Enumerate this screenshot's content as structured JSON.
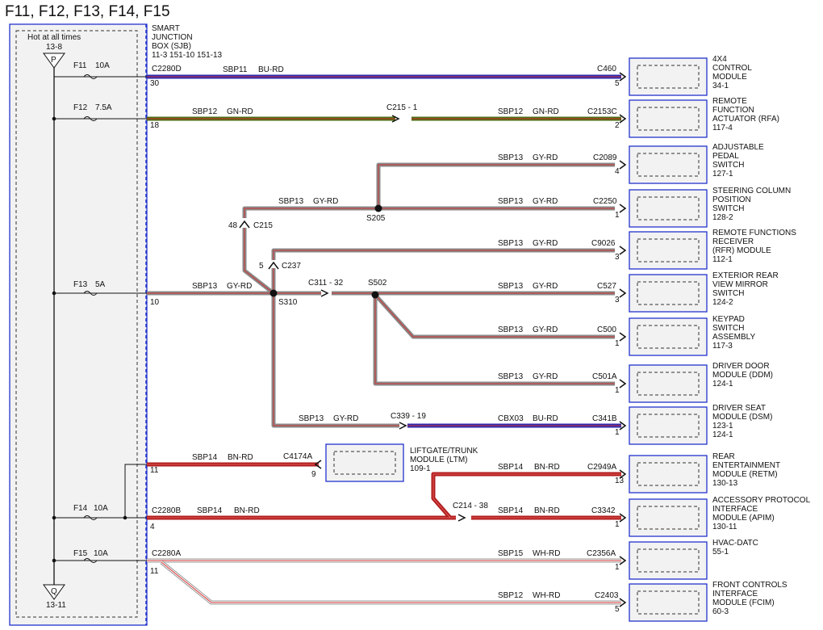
{
  "title": "F11, F12, F13, F14, F15",
  "sjb": {
    "hot_label": "Hot at all times",
    "top_ref": "13-8",
    "top_pin": "P",
    "bottom_pin": "Q",
    "bottom_ref": "13-11",
    "label_lines": [
      "SMART",
      "JUNCTION",
      "BOX (SJB)",
      "11-3  151-10   151-13"
    ]
  },
  "fuses": [
    {
      "id": "F11",
      "amp": "10A"
    },
    {
      "id": "F12",
      "amp": "7.5A"
    },
    {
      "id": "F13",
      "amp": "5A"
    },
    {
      "id": "F14",
      "amp": "10A"
    },
    {
      "id": "F15",
      "amp": "10A"
    }
  ],
  "modules": [
    {
      "lines": [
        "4X4",
        "CONTROL",
        "MODULE",
        "34-1"
      ]
    },
    {
      "lines": [
        "REMOTE",
        "FUNCTION",
        "ACTUATOR (RFA)",
        "117-4"
      ]
    },
    {
      "lines": [
        "ADJUSTABLE",
        "PEDAL",
        "SWITCH",
        "127-1"
      ]
    },
    {
      "lines": [
        "STEERING COLUMN",
        "POSITION",
        "SWITCH",
        "128-2"
      ]
    },
    {
      "lines": [
        "REMOTE FUNCTIONS",
        "RECEIVER",
        "(RFR) MODULE",
        "112-1"
      ]
    },
    {
      "lines": [
        "EXTERIOR REAR",
        "VIEW MIRROR",
        "SWITCH",
        "124-2"
      ]
    },
    {
      "lines": [
        "KEYPAD",
        "SWITCH",
        "ASSEMBLY",
        "117-3"
      ]
    },
    {
      "lines": [
        "DRIVER DOOR",
        "MODULE (DDM)",
        "124-1"
      ]
    },
    {
      "lines": [
        "DRIVER SEAT",
        "MODULE (DSM)",
        "123-1",
        "124-1"
      ]
    },
    {
      "lines": [
        "REAR",
        "ENTERTAINMENT",
        "MODULE (RETM)",
        "130-13"
      ]
    },
    {
      "lines": [
        "ACCESSORY PROTOCOL",
        "INTERFACE",
        "MODULE (APIM)",
        "130-11"
      ]
    },
    {
      "lines": [
        "HVAC-DATC",
        "55-1"
      ]
    },
    {
      "lines": [
        "FRONT CONTROLS",
        "INTERFACE",
        "MODULE (FCIM)",
        "60-3"
      ]
    }
  ],
  "ltm": {
    "lines": [
      "LIFTGATE/TRUNK",
      "MODULE (LTM)",
      "109-1"
    ],
    "connector": "C4174A",
    "pin": "9"
  },
  "connectors": {
    "C2280D": "C2280D",
    "pin_30": "30",
    "pin_18": "18",
    "pin_10": "10",
    "pin_11a": "11",
    "pin_4": "4",
    "pin_11b": "11",
    "C2280B": "C2280B",
    "C2280A": "C2280A",
    "C460": "C460",
    "C2153C": "C2153C",
    "C2089": "C2089",
    "C2250": "C2250",
    "C9026": "C9026",
    "C527": "C527",
    "C500": "C500",
    "C501A": "C501A",
    "C341B": "C341B",
    "C2949A": "C2949A",
    "C3342": "C3342",
    "C2356A": "C2356A",
    "C2403": "C2403",
    "C215_1": "C215 - 1",
    "C215": "C215",
    "pin_48": "48",
    "C237": "C237",
    "pin_5": "5",
    "C311_32": "C311 - 32",
    "C339_19": "C339 - 19",
    "C214_38": "C214 - 38",
    "S205": "S205",
    "S310": "S310",
    "S502": "S502",
    "mpin": [
      "5",
      "2",
      "4",
      "1",
      "3",
      "3",
      "1",
      "1",
      "1",
      "13",
      "1",
      "1",
      "5"
    ]
  },
  "circuits": {
    "sbp11": "SBP11",
    "bu_rd": "BU-RD",
    "sbp12": "SBP12",
    "gn_rd": "GN-RD",
    "sbp13": "SBP13",
    "gy_rd": "GY-RD",
    "sbp14": "SBP14",
    "bn_rd": "BN-RD",
    "sbp15": "SBP15",
    "wh_rd": "WH-RD",
    "cbx03": "CBX03"
  },
  "colors": {
    "bu_rd": "#2b2bb0",
    "gn_rd": "#4b6b12",
    "gy_rd": "#8a8a8a",
    "bn_rd": "#b01c1c",
    "wh_rd": "#e8e8e8",
    "stripe": "#d43030",
    "frame": "#2233cc"
  }
}
